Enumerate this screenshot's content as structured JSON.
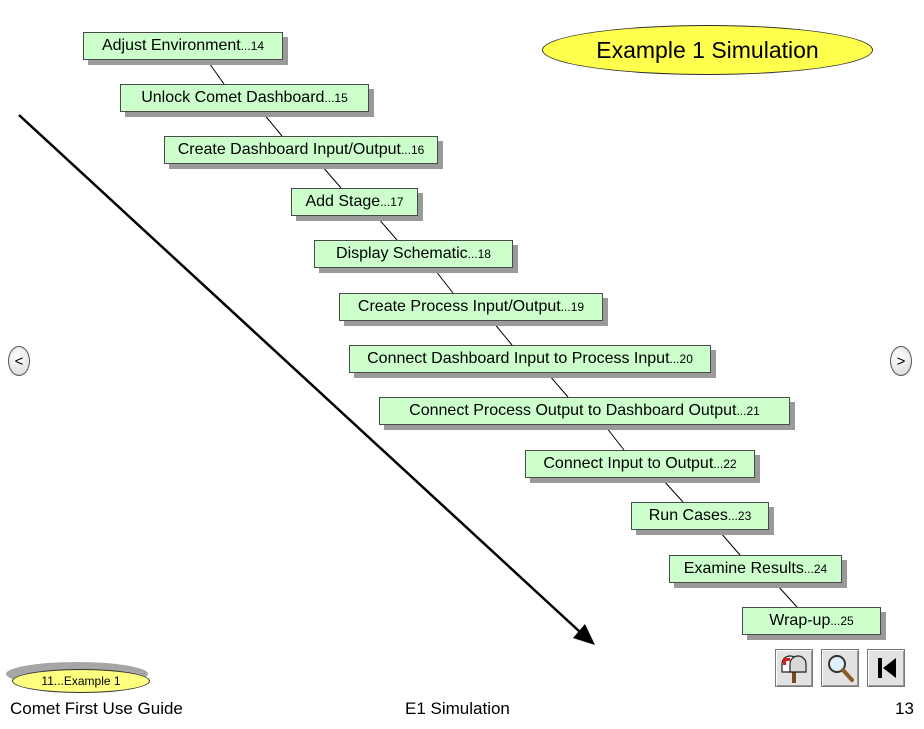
{
  "title": "Example 1 Simulation",
  "steps": [
    {
      "label": "Adjust Environment",
      "page": "...14"
    },
    {
      "label": "Unlock Comet Dashboard",
      "page": "...15"
    },
    {
      "label": "Create Dashboard Input/Output",
      "page": "...16"
    },
    {
      "label": "Add Stage",
      "page": "...17"
    },
    {
      "label": "Display Schematic",
      "page": "...18"
    },
    {
      "label": "Create Process Input/Output",
      "page": "...19"
    },
    {
      "label": "Connect Dashboard Input to Process Input",
      "page": "...20"
    },
    {
      "label": "Connect Process Output to Dashboard Output",
      "page": "...21"
    },
    {
      "label": "Connect Input to Output",
      "page": "...22"
    },
    {
      "label": "Run Cases",
      "page": "...23"
    },
    {
      "label": "Examine Results",
      "page": "...24"
    },
    {
      "label": "Wrap-up",
      "page": "...25"
    }
  ],
  "nav": {
    "prev": "<",
    "next": ">"
  },
  "back_link": "11...Example 1",
  "footer": {
    "left": "Comet First Use Guide",
    "center": "E1 Simulation",
    "page_number": "13"
  },
  "toolbar": [
    "mailbox-icon",
    "magnifier-icon",
    "first-page-icon"
  ]
}
